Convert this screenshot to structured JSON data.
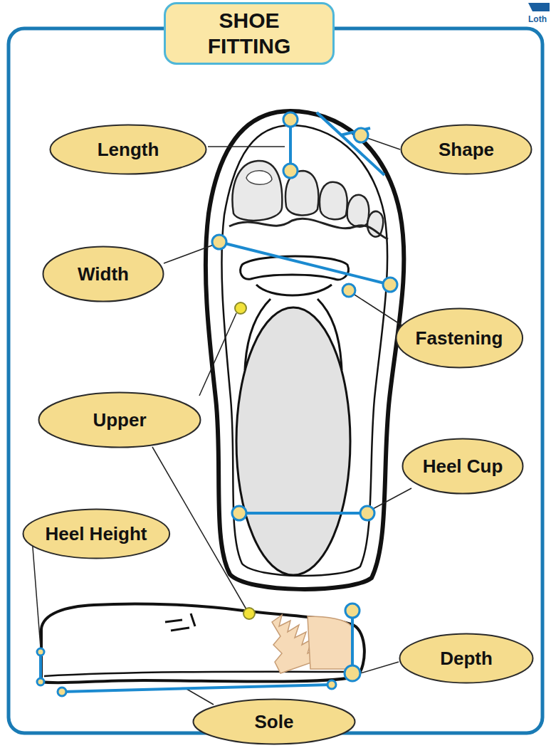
{
  "diagram": {
    "title": "SHOE FITTING",
    "nodes": [
      {
        "text": [
          "Length"
        ]
      },
      {
        "text": [
          "Shape"
        ]
      },
      {
        "text": [
          "Width"
        ]
      },
      {
        "text": [
          "Fastening"
        ]
      },
      {
        "text": [
          "Upper"
        ]
      },
      {
        "text": [
          "Heel Cup"
        ]
      },
      {
        "text": [
          "Heel Height"
        ]
      },
      {
        "text": [
          "Depth"
        ]
      },
      {
        "text": [
          "Sole"
        ]
      }
    ],
    "labels": [
      "Loth"
    ]
  }
}
